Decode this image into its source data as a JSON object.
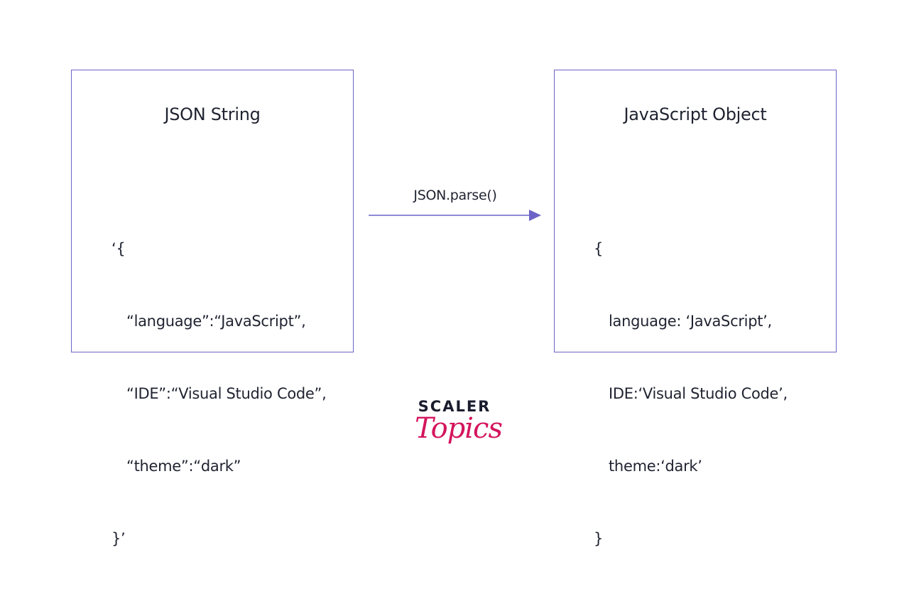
{
  "left_box": {
    "title": "JSON String",
    "lines": [
      "‘{",
      "“language”:“JavaScript”,",
      "“IDE”:“Visual Studio Code”,",
      "“theme”:“dark”",
      "}’"
    ]
  },
  "right_box": {
    "title": "JavaScript Object",
    "lines": [
      "{",
      "language: ‘JavaScript’,",
      "IDE:‘Visual Studio Code’,",
      "theme:‘dark’",
      "}"
    ]
  },
  "arrow": {
    "label": "JSON.parse()"
  },
  "logo": {
    "top": "SCALER",
    "bottom": "Topics"
  },
  "colors": {
    "border": "#6c63c7",
    "arrow": "#6c63c7",
    "text": "#1f2330",
    "logo_accent": "#d4155d"
  }
}
